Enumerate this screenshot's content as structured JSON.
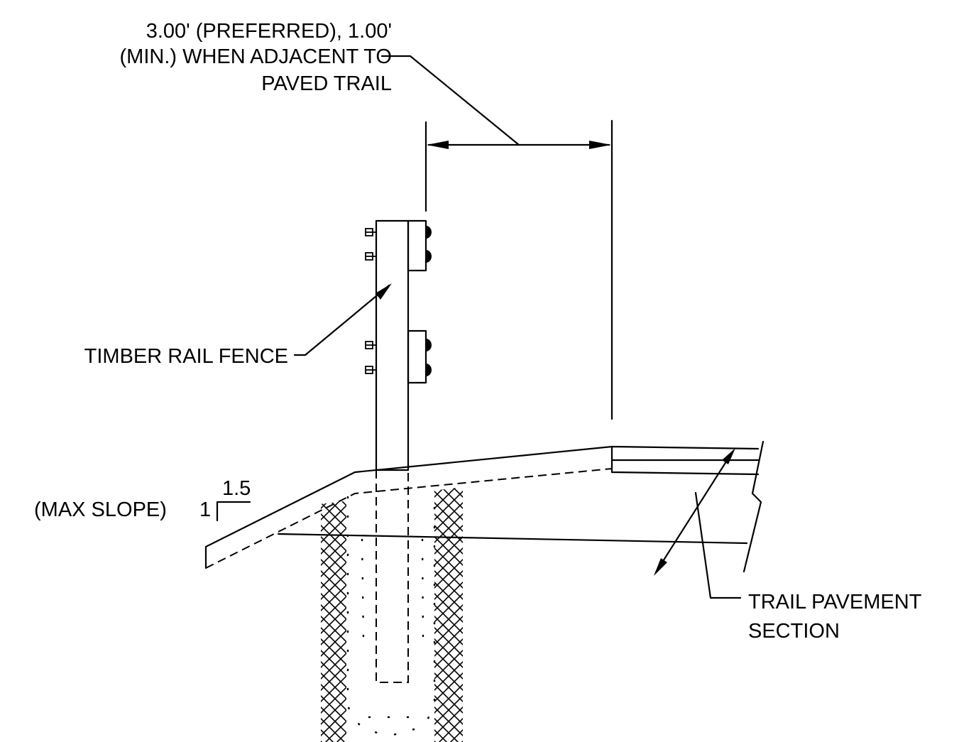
{
  "labels": {
    "dimension_line1": "3.00' (PREFERRED), 1.00'",
    "dimension_line2": "(MIN.) WHEN ADJACENT TO",
    "dimension_line3": "PAVED TRAIL",
    "fence": "TIMBER RAIL FENCE",
    "pavement_line1": "TRAIL PAVEMENT",
    "pavement_line2": "SECTION",
    "max_slope": "(MAX SLOPE)",
    "slope_rise": "1",
    "slope_run": "1.5"
  },
  "colors": {
    "line": "#000000",
    "background": "#ffffff"
  }
}
